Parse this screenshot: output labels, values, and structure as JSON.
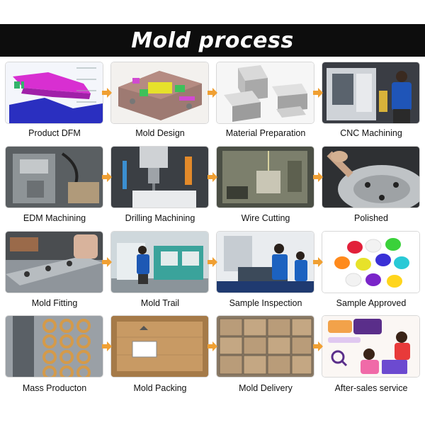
{
  "title": "Mold process",
  "accent_color": "#f0a033",
  "steps": [
    {
      "label": "Product DFM",
      "icon": "cad-model-picture"
    },
    {
      "label": "Mold Design",
      "icon": "mold-3d-design-picture"
    },
    {
      "label": "Material  Preparation",
      "icon": "steel-blocks-picture"
    },
    {
      "label": "CNC Machining",
      "icon": "cnc-operator-picture"
    },
    {
      "label": "EDM Machining",
      "icon": "edm-machine-picture"
    },
    {
      "label": "Drilling Machining",
      "icon": "drill-spindle-picture"
    },
    {
      "label": "Wire Cutting",
      "icon": "wire-cutter-picture"
    },
    {
      "label": "Polished",
      "icon": "polishing-picture"
    },
    {
      "label": "Mold Fitting",
      "icon": "mold-fitting-picture"
    },
    {
      "label": "Mold Trail",
      "icon": "injection-machine-picture"
    },
    {
      "label": "Sample Inspection",
      "icon": "inspection-lab-picture"
    },
    {
      "label": "Sample Approved",
      "icon": "plastic-caps-picture"
    },
    {
      "label": "Mass Producton",
      "icon": "mass-production-picture"
    },
    {
      "label": "Mold Packing",
      "icon": "wooden-crate-picture"
    },
    {
      "label": "Mold Delivery",
      "icon": "cardboard-boxes-picture"
    },
    {
      "label": "After-sales service",
      "icon": "support-chat-picture"
    }
  ]
}
